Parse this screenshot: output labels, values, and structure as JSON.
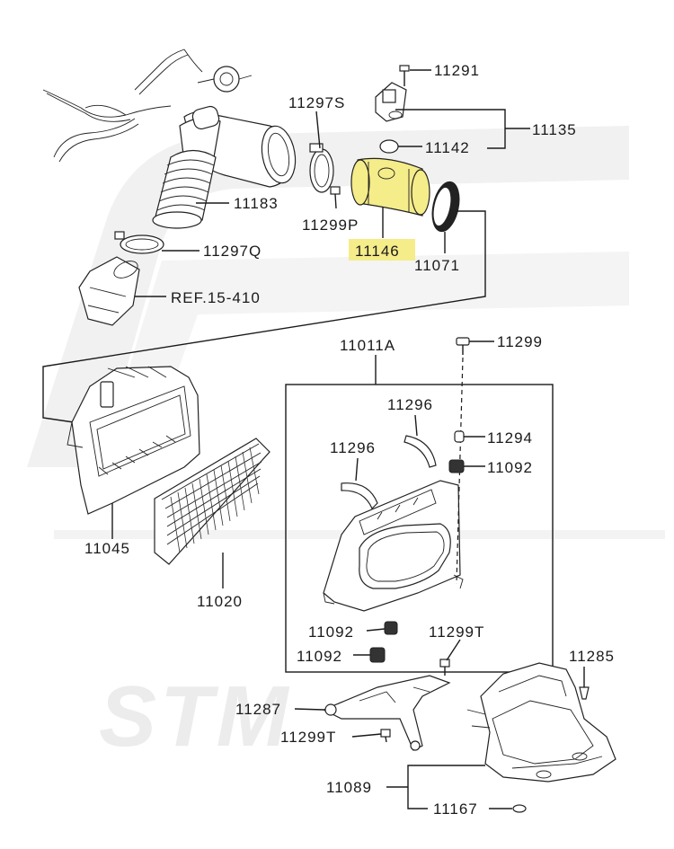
{
  "diagram": {
    "highlight_color": "#f5ec8a",
    "watermark": "STM",
    "labels": {
      "p11291": "11291",
      "p11135": "11135",
      "p11142": "11142",
      "p11297s": "11297S",
      "p11183": "11183",
      "p11299p": "11299P",
      "p11146": "11146",
      "p11071": "11071",
      "p11297q": "11297Q",
      "ref": "REF.15-410",
      "p11011a": "11011A",
      "p11299_top": "11299",
      "p11296_a": "11296",
      "p11296_b": "11296",
      "p11294": "11294",
      "p11092_a": "11092",
      "p11045": "11045",
      "p11020": "11020",
      "p11092_b": "11092",
      "p11092_c": "11092",
      "p11299t_a": "11299T",
      "p11285": "11285",
      "p11287": "11287",
      "p11299t_b": "11299T",
      "p11089": "11089",
      "p11167": "11167"
    }
  }
}
